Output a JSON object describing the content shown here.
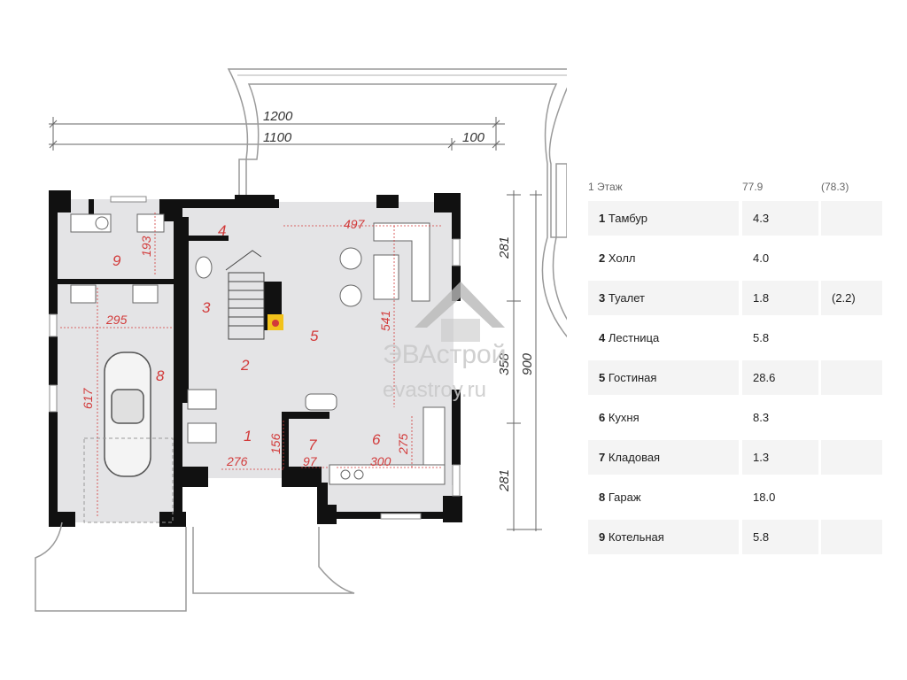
{
  "plan": {
    "dimensions": {
      "overall": "1200",
      "inner": "1100",
      "projection": "100",
      "right_top": "281",
      "right_middle": "358",
      "right_total": "900",
      "right_bottom": "281"
    },
    "rooms": [
      {
        "id": "room-1",
        "number": "1"
      },
      {
        "id": "room-2",
        "number": "2"
      },
      {
        "id": "room-3",
        "number": "3"
      },
      {
        "id": "room-4",
        "number": "4"
      },
      {
        "id": "room-5",
        "number": "5"
      },
      {
        "id": "room-6",
        "number": "6"
      },
      {
        "id": "room-7",
        "number": "7"
      },
      {
        "id": "room-8",
        "number": "8"
      },
      {
        "id": "room-9",
        "number": "9"
      }
    ],
    "room_dims": {
      "boiler_height": "193",
      "garage_width": "295",
      "garage_length": "617",
      "living_depth": "541",
      "living_width": "497",
      "vestibule_width": "276",
      "vestibule_depth": "156",
      "pantry_width": "97",
      "kitchen_depth": "275",
      "kitchen_width": "300"
    }
  },
  "watermark": {
    "brand": "ЭВАстрой",
    "site": "evastroy.ru"
  },
  "legend": {
    "floor_label": "1 Этаж",
    "total_area": "77.9",
    "total_area_alt": "(78.3)",
    "rooms": [
      {
        "num": "1",
        "name": "Тамбур",
        "area": "4.3",
        "alt": ""
      },
      {
        "num": "2",
        "name": "Холл",
        "area": "4.0",
        "alt": ""
      },
      {
        "num": "3",
        "name": "Туалет",
        "area": "1.8",
        "alt": "(2.2)"
      },
      {
        "num": "4",
        "name": "Лестница",
        "area": "5.8",
        "alt": ""
      },
      {
        "num": "5",
        "name": "Гостиная",
        "area": "28.6",
        "alt": ""
      },
      {
        "num": "6",
        "name": "Кухня",
        "area": "8.3",
        "alt": ""
      },
      {
        "num": "7",
        "name": "Кладовая",
        "area": "1.3",
        "alt": ""
      },
      {
        "num": "8",
        "name": "Гараж",
        "area": "18.0",
        "alt": ""
      },
      {
        "num": "9",
        "name": "Котельная",
        "area": "5.8",
        "alt": ""
      }
    ]
  },
  "colors": {
    "wall": "#111111",
    "floor": "#e4e4e6",
    "room_label": "#d23a3a",
    "dimension_line": "#555555",
    "fireplace": "#f2c21b"
  }
}
